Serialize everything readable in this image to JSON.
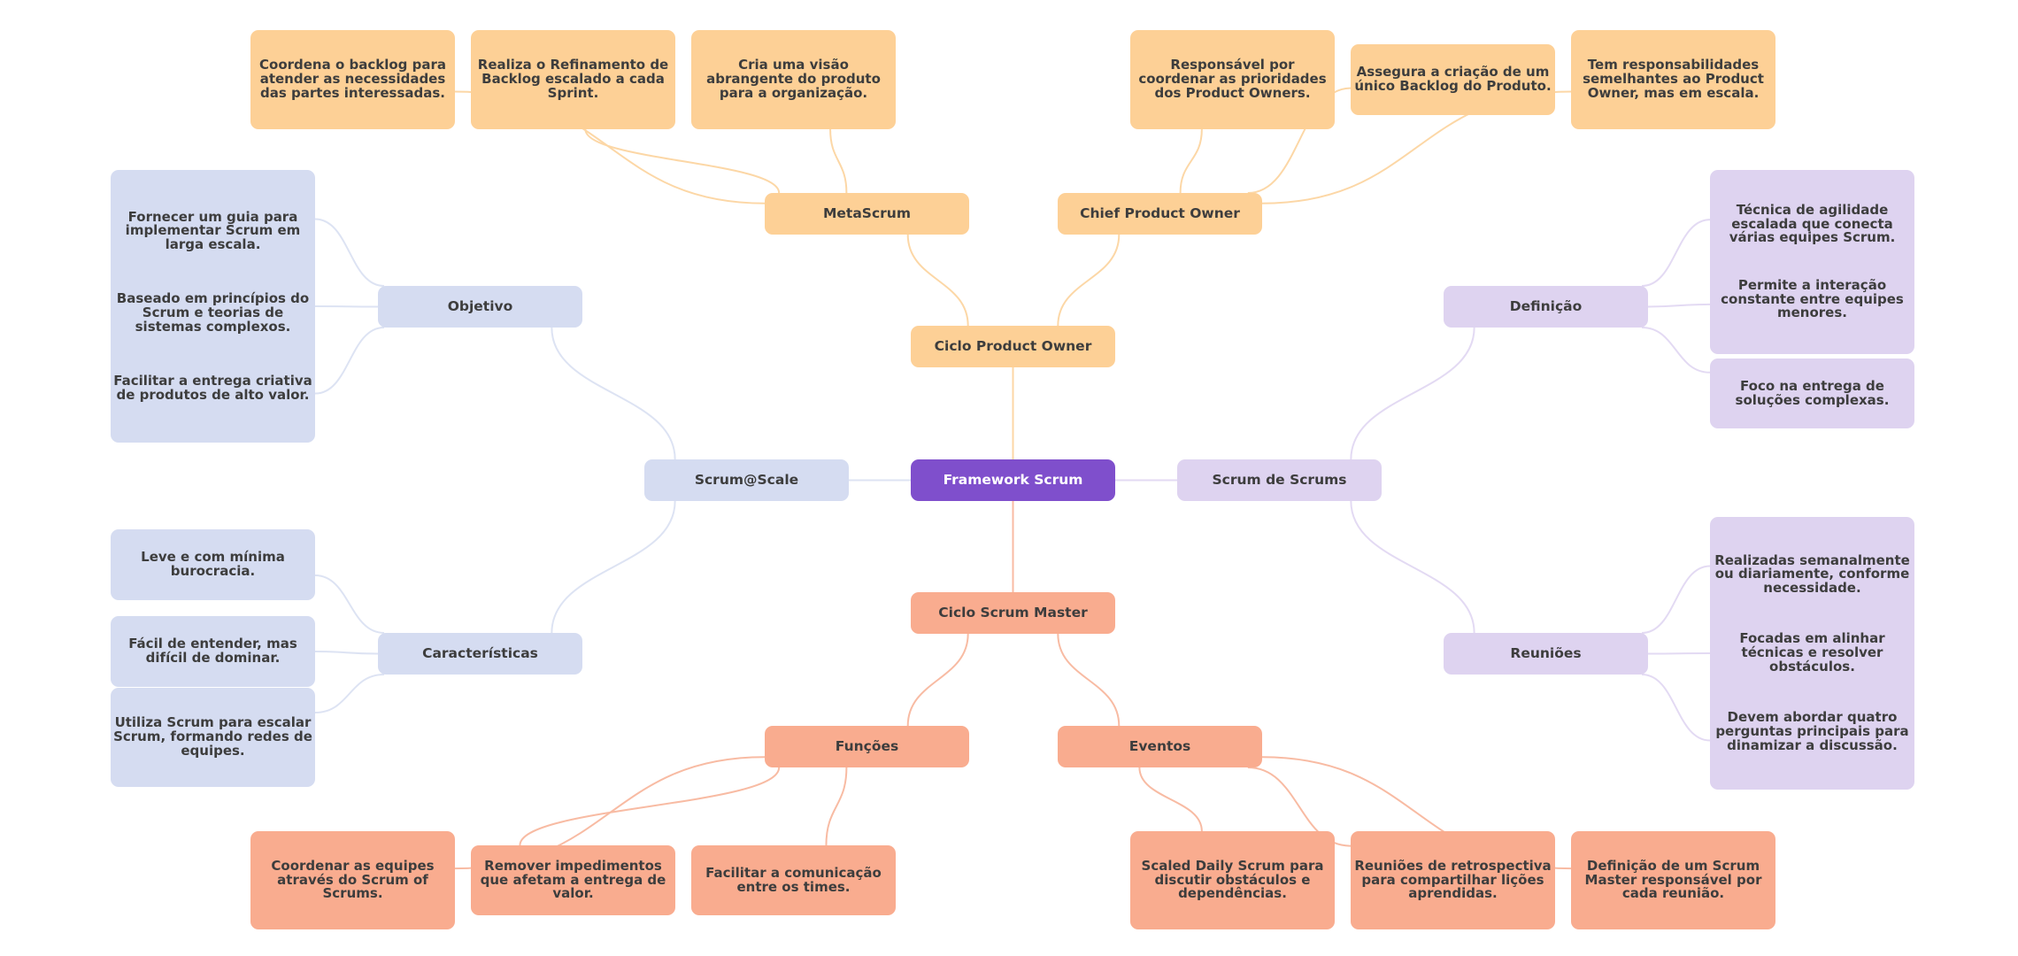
{
  "colors": {
    "root": "#7f4fcc",
    "product_owner": "#fdd096",
    "scrum_master": "#f9ac8f",
    "scrum_at_scale": "#d5dcf1",
    "scrum_of_scrums": "#ded3f0",
    "text": "#3d3d3d",
    "edge_po": "#fcd7a6",
    "edge_sm": "#f8bba3",
    "edge_ss": "#dde3f3",
    "edge_sos": "#e3daf3"
  },
  "root": {
    "label": "Framework Scrum"
  },
  "branches": {
    "ciclo_po": {
      "label": "Ciclo Product Owner",
      "metascrum": {
        "label": "MetaScrum",
        "leaves": [
          "Coordena o backlog para atender as necessidades das partes interessadas.",
          "Realiza o Refinamento de Backlog escalado a cada Sprint.",
          "Cria uma visão abrangente do produto para a organização."
        ]
      },
      "cpo": {
        "label": "Chief Product Owner",
        "leaves": [
          "Responsável por coordenar as prioridades dos Product Owners.",
          "Assegura a criação de um único Backlog do Produto.",
          "Tem responsabilidades semelhantes ao Product Owner, mas em escala."
        ]
      }
    },
    "ciclo_sm": {
      "label": "Ciclo Scrum Master",
      "funcoes": {
        "label": "Funções",
        "leaves": [
          "Coordenar as equipes através do Scrum of Scrums.",
          "Remover impedimentos que afetam a entrega de valor.",
          "Facilitar a comunicação entre os times."
        ]
      },
      "eventos": {
        "label": "Eventos",
        "leaves": [
          "Scaled Daily Scrum para discutir obstáculos e dependências.",
          "Reuniões de retrospectiva para compartilhar lições aprendidas.",
          "Definição de um Scrum Master responsável por cada reunião."
        ]
      }
    },
    "scrum_scale": {
      "label": "Scrum@Scale",
      "objetivo": {
        "label": "Objetivo",
        "leaves": [
          "Fornecer um guia para implementar Scrum em larga escala.",
          "Baseado em princípios do Scrum e teorias de sistemas complexos.",
          "Facilitar a entrega criativa de produtos de alto valor."
        ]
      },
      "caracteristicas": {
        "label": "Características",
        "leaves": [
          "Leve e com mínima burocracia.",
          "Fácil de entender, mas difícil de dominar.",
          "Utiliza Scrum para escalar Scrum, formando redes de equipes."
        ]
      }
    },
    "scrum_of_scrums": {
      "label": "Scrum de Scrums",
      "definicao": {
        "label": "Definição",
        "leaves": [
          "Técnica de agilidade escalada que conecta várias equipes Scrum.",
          "Permite a interação constante entre equipes menores.",
          "Foco na entrega de soluções complexas."
        ]
      },
      "reunioes": {
        "label": "Reuniões",
        "leaves": [
          "Realizadas semanalmente ou diariamente, conforme necessidade.",
          "Focadas em alinhar técnicas e resolver obstáculos.",
          "Devem abordar quatro perguntas principais para dinamizar a discussão."
        ]
      }
    }
  }
}
